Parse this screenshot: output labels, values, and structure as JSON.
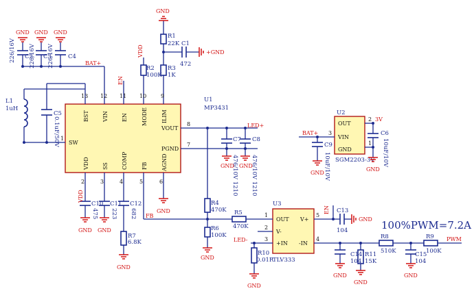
{
  "u1": {
    "ref": "U1",
    "part": "MP3431",
    "pins": [
      {
        "num": "13",
        "name": "BST"
      },
      {
        "num": "12",
        "name": "VIN"
      },
      {
        "num": "11",
        "name": "EN"
      },
      {
        "num": "10",
        "name": "MODE"
      },
      {
        "num": "9",
        "name": "ILIM"
      },
      {
        "num": "1",
        "name": "SW"
      },
      {
        "num": "8",
        "name": "VOUT"
      },
      {
        "num": "7",
        "name": "PGND"
      },
      {
        "num": "2",
        "name": "VDD"
      },
      {
        "num": "3",
        "name": "SS"
      },
      {
        "num": "4",
        "name": "COMP"
      },
      {
        "num": "5",
        "name": "FB"
      },
      {
        "num": "6",
        "name": "AGND"
      }
    ]
  },
  "u2": {
    "ref": "U2",
    "part": "SGM2203-3V",
    "pins": [
      {
        "num": "2",
        "name": "OUT"
      },
      {
        "num": "3",
        "name": "VIN"
      },
      {
        "num": "1",
        "name": "GND"
      }
    ]
  },
  "u3": {
    "ref": "U3",
    "part": "TLV333",
    "pins": [
      {
        "num": "1",
        "name": "OUT"
      },
      {
        "num": "2",
        "name": "V-"
      },
      {
        "num": "3",
        "name": "+IN"
      },
      {
        "num": "5",
        "name": "V+"
      },
      {
        "num": "4",
        "name": "-IN"
      }
    ]
  },
  "inductor": {
    "ref": "L1",
    "value": "1uH"
  },
  "resistors": [
    {
      "ref": "R1",
      "value": "22K"
    },
    {
      "ref": "R2",
      "value": "100K"
    },
    {
      "ref": "R3",
      "value": "1K"
    },
    {
      "ref": "R4",
      "value": "470K"
    },
    {
      "ref": "R5",
      "value": "470K"
    },
    {
      "ref": "R6",
      "value": "100K"
    },
    {
      "ref": "R7",
      "value": "6.8K"
    },
    {
      "ref": "R8",
      "value": "510K"
    },
    {
      "ref": "R9",
      "value": "100K"
    },
    {
      "ref": "R10",
      "value": "0.01R"
    },
    {
      "ref": "R11",
      "value": "15K"
    }
  ],
  "capacitors": [
    {
      "ref": "C1",
      "value": "472"
    },
    {
      "ref": "C2",
      "value": "226/16V"
    },
    {
      "ref": "C3",
      "value": "226/16V"
    },
    {
      "ref": "C4",
      "value": "226/16V"
    },
    {
      "ref": "C5",
      "value": "0.1uF/50V"
    },
    {
      "ref": "C6",
      "value": "10uF/10V"
    },
    {
      "ref": "C7",
      "value": "476/10V 1210"
    },
    {
      "ref": "C8",
      "value": "476/10V 1210"
    },
    {
      "ref": "C9",
      "value": "10uF/10V"
    },
    {
      "ref": "C10",
      "value": "475"
    },
    {
      "ref": "C11",
      "value": "223"
    },
    {
      "ref": "C12",
      "value": "682"
    },
    {
      "ref": "C13",
      "value": "104"
    },
    {
      "ref": "C14",
      "value": "104"
    },
    {
      "ref": "C15",
      "value": "104"
    }
  ],
  "nets": {
    "bat_plus": "BAT+",
    "led_plus": "LED+",
    "led_minus": "LED-",
    "en": "EN",
    "vdd": "VDD",
    "fb": "FB",
    "pwm": "PWM",
    "v3": "3V",
    "gnd": "GND",
    "plus_gnd": "+GND"
  },
  "note": "100%PWM=7.2A",
  "colors": {
    "wire": "#1b2a8f",
    "net_label": "#d21010",
    "chip_fill": "#fff7b3",
    "chip_border": "#b01818"
  }
}
